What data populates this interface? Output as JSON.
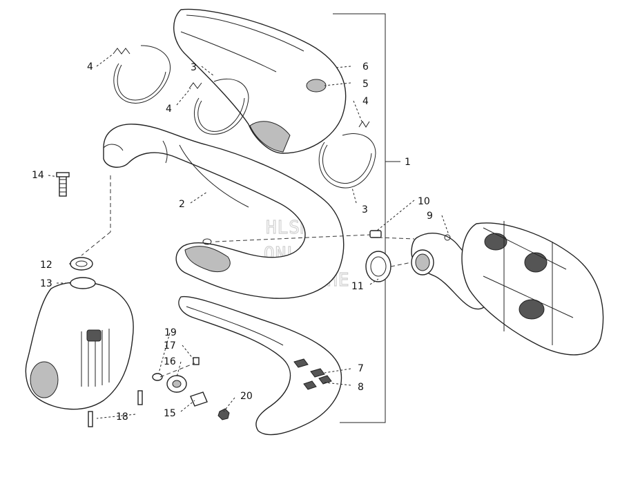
{
  "watermark": {
    "line1": "HLSM'S",
    "line2": "ONLINE",
    "line3": "MICROFICHE"
  },
  "callouts": {
    "c1": "1",
    "c2": "2",
    "c3a": "3",
    "c3b": "3",
    "c4a": "4",
    "c4b": "4",
    "c4c": "4",
    "c5": "5",
    "c6": "6",
    "c7": "7",
    "c8": "8",
    "c9": "9",
    "c10": "10",
    "c11": "11",
    "c12": "12",
    "c13": "13",
    "c14": "14",
    "c15": "15",
    "c16": "16",
    "c17": "17",
    "c18": "18",
    "c19": "19",
    "c20": "20"
  }
}
